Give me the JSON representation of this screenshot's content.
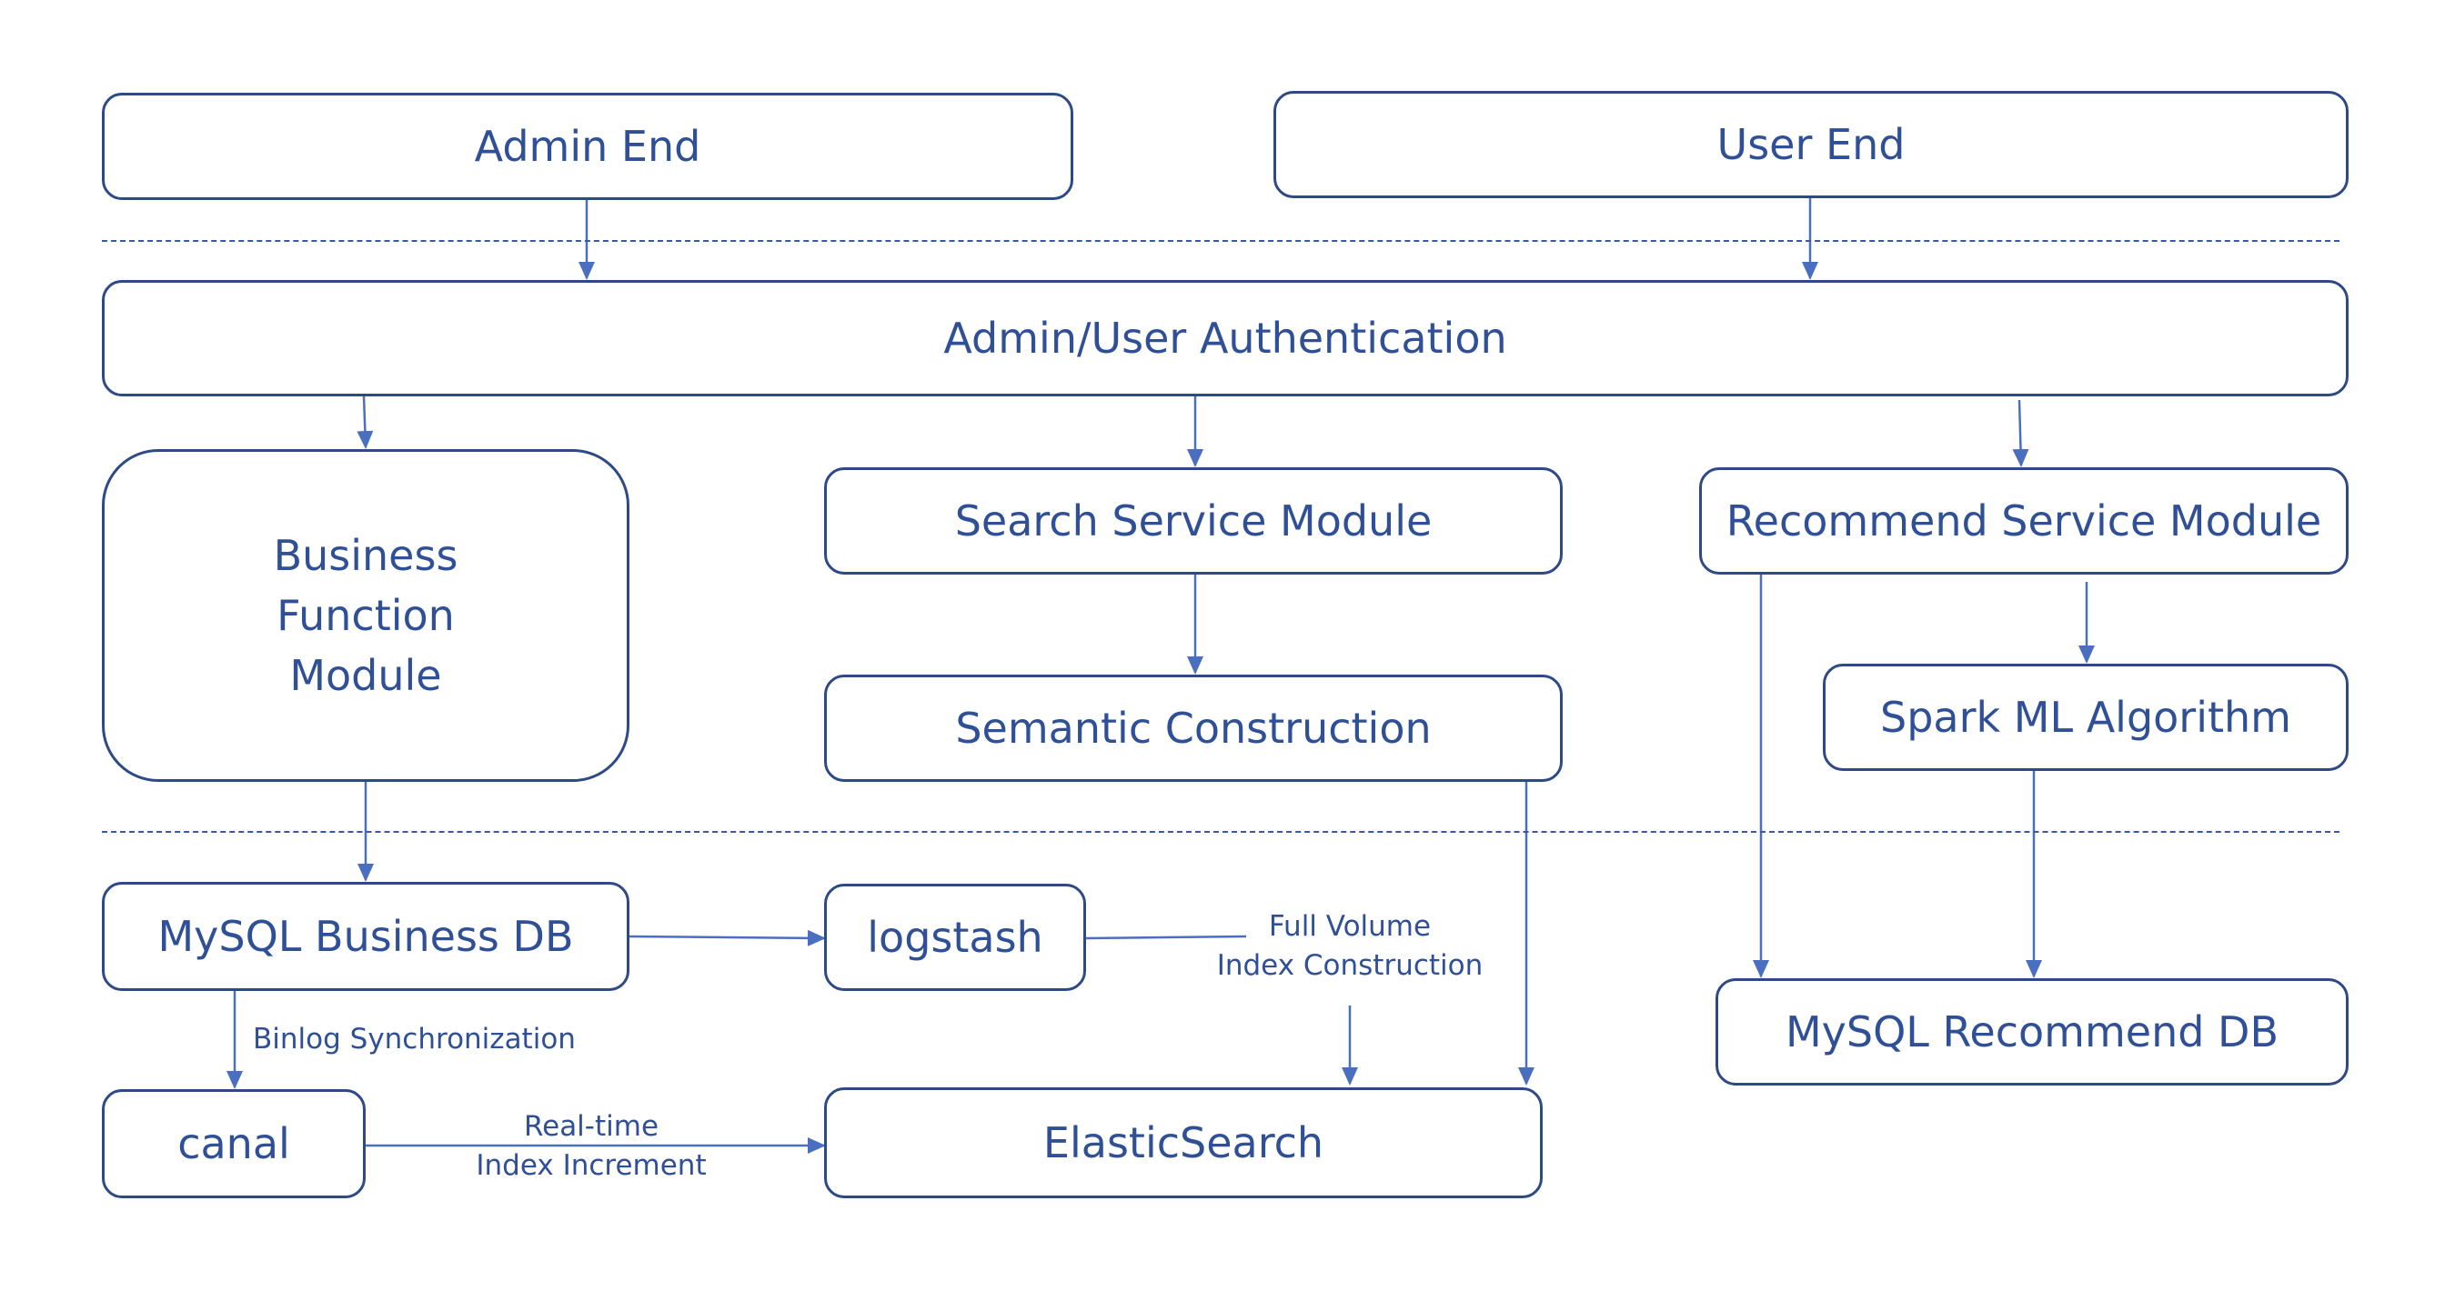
{
  "nodes": {
    "admin_end": "Admin End",
    "user_end": "User End",
    "auth": "Admin/User Authentication",
    "business_module": "Business\nFunction\nModule",
    "search_module": "Search Service Module",
    "recommend_module": "Recommend Service Module",
    "semantic": "Semantic Construction",
    "spark": "Spark ML Algorithm",
    "mysql_business": "MySQL Business DB",
    "logstash": "logstash",
    "mysql_recommend": "MySQL Recommend DB",
    "canal": "canal",
    "elasticsearch": "ElasticSearch"
  },
  "edge_labels": {
    "binlog": "Binlog  Synchronization",
    "full_volume": "Full Volume\nIndex Construction",
    "realtime": "Real-time\nIndex Increment"
  },
  "colors": {
    "stroke": "#2e4a86",
    "text": "#2f4f96",
    "arrow": "#4a6fc0"
  }
}
